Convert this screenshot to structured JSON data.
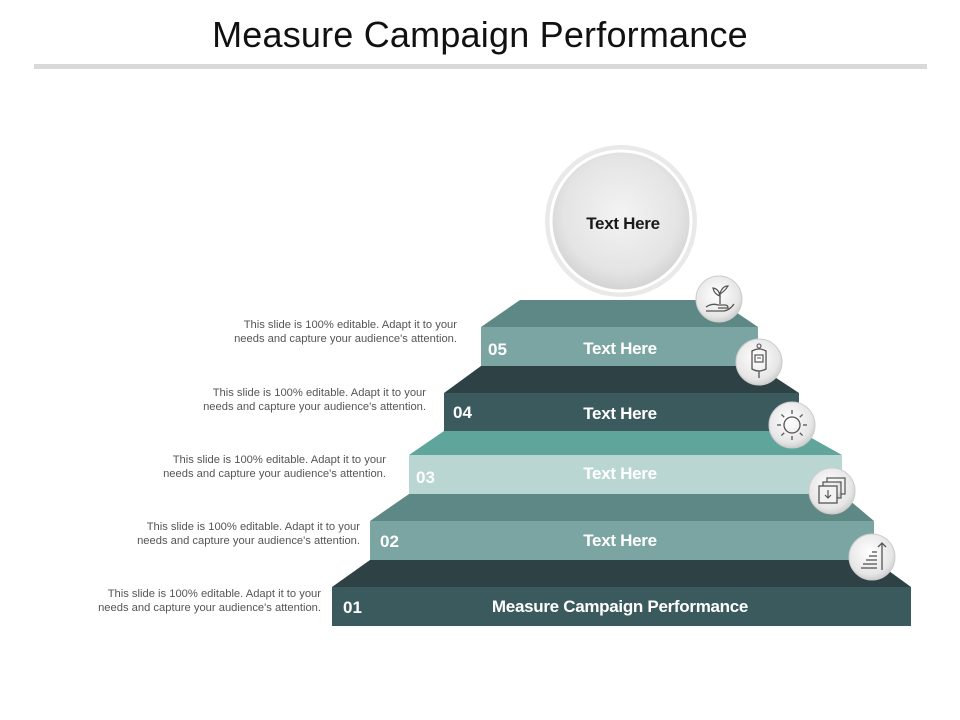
{
  "title": "Measure Campaign Performance",
  "top_circle": {
    "label": "Text Here"
  },
  "steps": [
    {
      "number": "01",
      "label": "Measure Campaign Performance",
      "description": [
        "This slide is 100% editable. Adapt it to your",
        "needs and capture your audience's attention."
      ]
    },
    {
      "number": "02",
      "label": "Text Here",
      "description": [
        "This slide is 100% editable. Adapt it to your",
        "needs and capture your audience's attention."
      ],
      "icon": "stairs-arrow-up-icon"
    },
    {
      "number": "03",
      "label": "Text Here",
      "description": [
        "This slide is 100% editable. Adapt it to your",
        "needs and capture your audience's attention."
      ],
      "icon": "stacked-documents-icon"
    },
    {
      "number": "04",
      "label": "Text Here",
      "description": [
        "This slide is 100% editable. Adapt it to your",
        "needs and capture your audience's attention."
      ],
      "icon": "sun-icon"
    },
    {
      "number": "05",
      "label": "Text Here",
      "description": [
        "This slide is 100% editable. Adapt it to your",
        "needs and capture your audience's attention."
      ],
      "icon": "fuel-bag-icon"
    }
  ],
  "top_icon": "plant-in-hand-icon",
  "colors": {
    "dark_slate": "#3b5a5d",
    "dark_slate_top": "#2e4245",
    "teal": "#7aa5a2",
    "teal_top": "#5d8885",
    "light_teal": "#b9d6d3",
    "light_teal_top": "#5fa59b"
  }
}
